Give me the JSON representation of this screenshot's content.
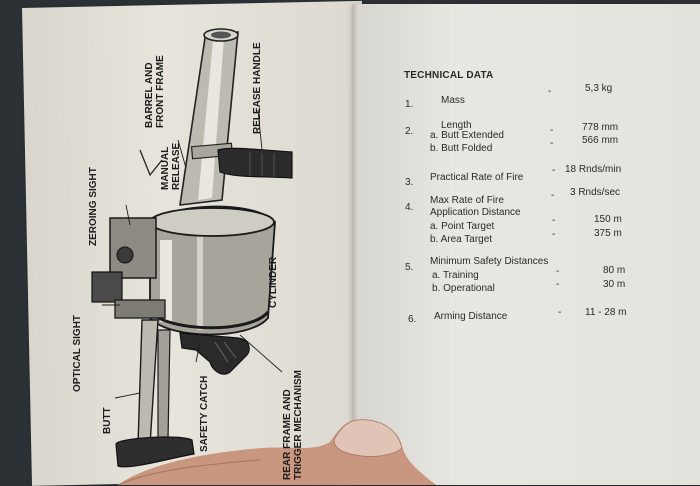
{
  "technical_data": {
    "heading": "TECHNICAL DATA",
    "items": [
      {
        "num": "1.",
        "label": "Mass",
        "dash": "-",
        "value": "5,3 kg"
      },
      {
        "num": "2.",
        "label": "Length"
      },
      {
        "num": "",
        "label": "a. Butt Extended",
        "dash": "-",
        "value": "778 mm"
      },
      {
        "num": "",
        "label": "b. Butt Folded",
        "dash": "-",
        "value": "566 mm"
      },
      {
        "num": "3.",
        "label": "Practical Rate of Fire",
        "dash": "-",
        "value": "18 Rnds/min"
      },
      {
        "num": "4.",
        "label": "Max Rate of Fire",
        "dash": "-",
        "value": "3 Rnds/sec"
      },
      {
        "num": "",
        "label": "Application Distance"
      },
      {
        "num": "",
        "label": "a. Point Target",
        "dash": "-",
        "value": "150 m"
      },
      {
        "num": "",
        "label": "b. Area Target",
        "dash": "-",
        "value": "375 m"
      },
      {
        "num": "5.",
        "label": "Minimum Safety Distances"
      },
      {
        "num": "",
        "label": "a. Training",
        "dash": "-",
        "value": "80 m"
      },
      {
        "num": "",
        "label": "b. Operational",
        "dash": "-",
        "value": "30 m"
      },
      {
        "num": "6.",
        "label": "Arming Distance",
        "dash": "-",
        "value": "11 - 28 m"
      }
    ]
  },
  "diagram_labels": {
    "barrel": [
      "BARREL AND",
      "FRONT FRAME"
    ],
    "release_handle": "RELEASE HANDLE",
    "manual_release": [
      "MANUAL",
      "RELEASE"
    ],
    "zeroing_sight": "ZEROING SIGHT",
    "cylinder": "CYLINDER",
    "optical_sight": "OPTICAL SIGHT",
    "butt": "BUTT",
    "safety_catch": "SAFETY CATCH",
    "rear_frame": [
      "REAR FRAME AND",
      "TRIGGER MECHANISM"
    ]
  }
}
